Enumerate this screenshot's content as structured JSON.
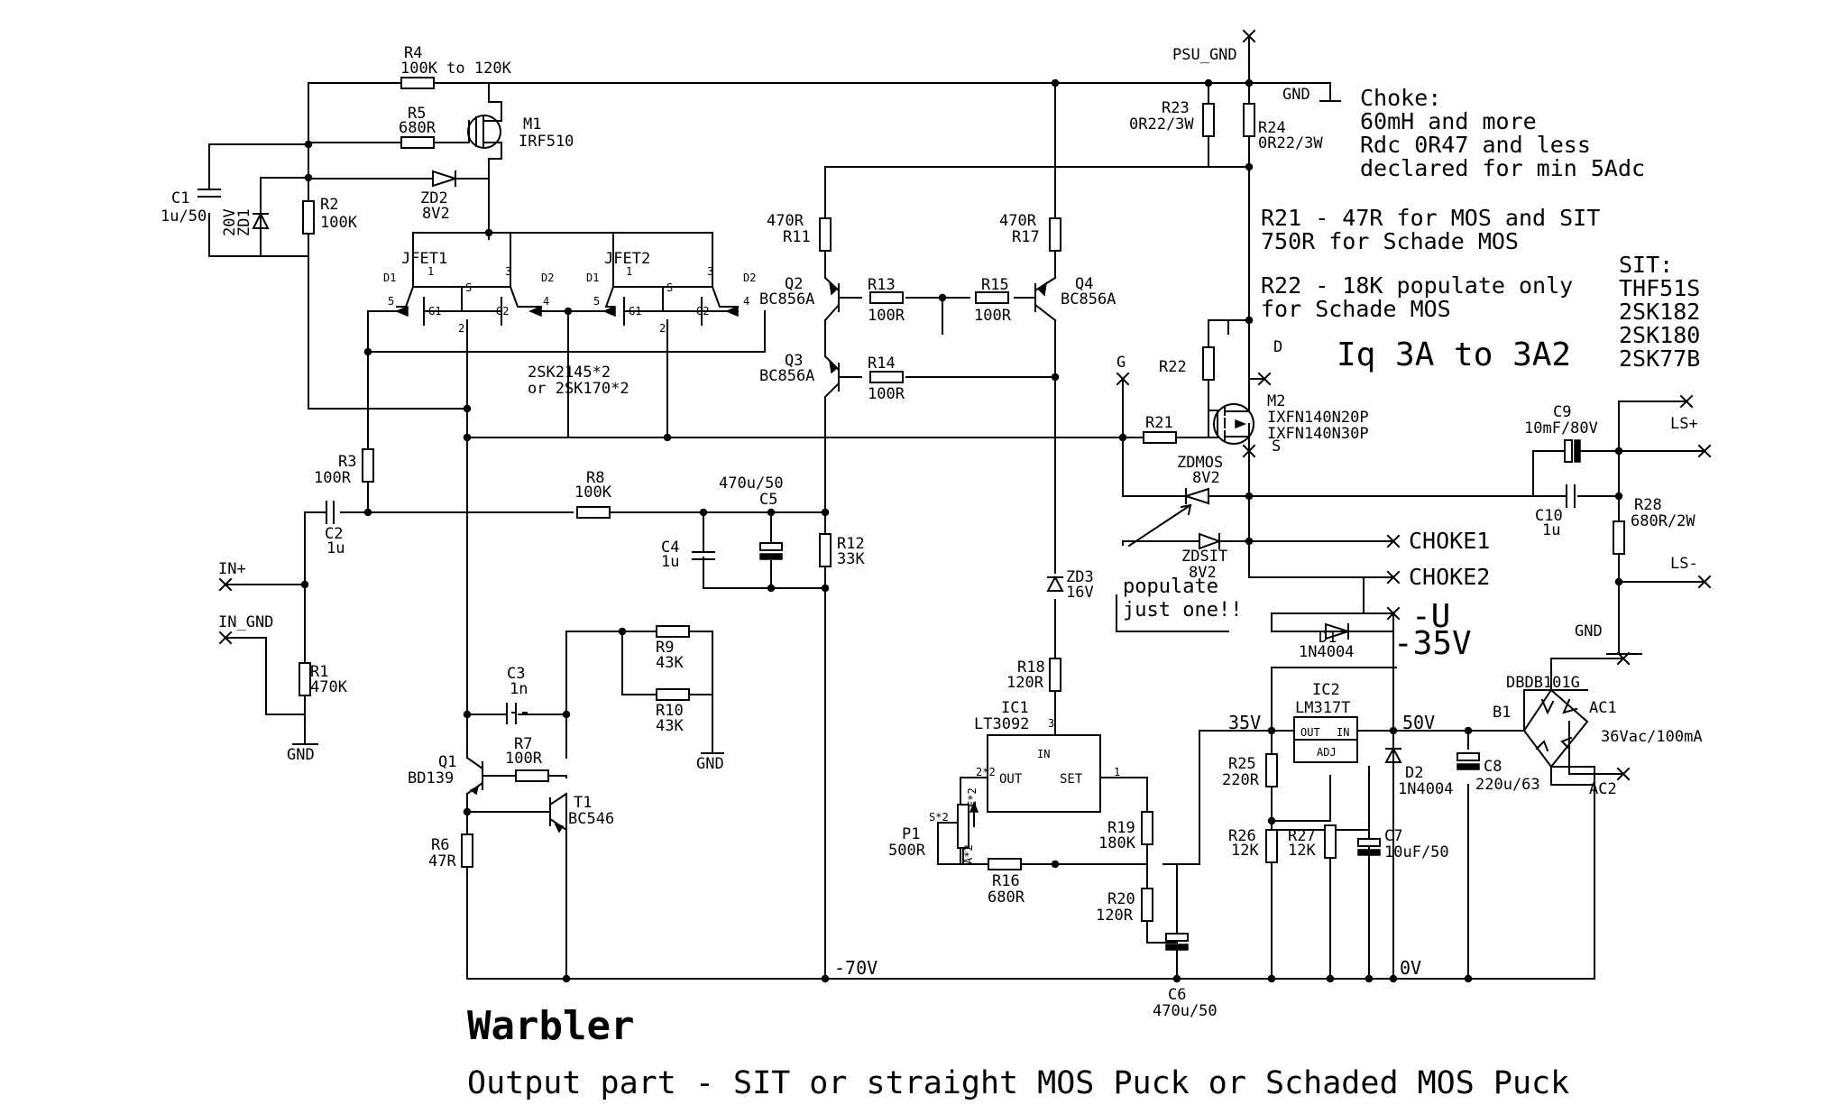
{
  "title": "Warbler",
  "subtitle": "Output part - SIT or straight MOS Puck or Schaded MOS Puck",
  "notes": {
    "choke_1": "Choke:",
    "choke_2": "60mH and more",
    "choke_3": "Rdc 0R47 and less",
    "choke_4": "declared for min 5Adc",
    "r21_1": "R21 - 47R for MOS and SIT",
    "r21_2": "750R for Schade MOS",
    "r22_1": "R22 - 18K populate only",
    "r22_2": "for Schade MOS",
    "iq": "Iq 3A to 3A2",
    "sit_1": "SIT:",
    "sit_2": "THF51S",
    "sit_3": "2SK182",
    "sit_4": "2SK180",
    "sit_5": "2SK77B",
    "populate_1": "populate",
    "populate_2": "just one!!",
    "neg_u": "-U",
    "neg_35v": "-35V",
    "jfet_part": "2SK2145*2",
    "jfet_alt": "or 2SK170*2"
  },
  "nets": {
    "psu_gnd": "PSU_GND",
    "gnd_top": "GND",
    "in_plus": "IN+",
    "in_gnd": "IN_GND",
    "gnd_1": "GND",
    "gnd_2": "GND",
    "gnd_3": "GND",
    "g": "G",
    "d": "D",
    "s": "S",
    "ls_plus": "LS+",
    "ls_minus": "LS-",
    "choke1": "CHOKE1",
    "choke2": "CHOKE2",
    "ac1": "AC1",
    "ac2": "AC2",
    "ac_rating": "36Vac/100mA",
    "v35": "35V",
    "v50": "50V",
    "v0": "0V",
    "vm70": "-70V"
  },
  "components": {
    "r1": {
      "ref": "R1",
      "value": "470K"
    },
    "r2": {
      "ref": "R2",
      "value": "100K"
    },
    "r3": {
      "ref": "R3",
      "value": "100R"
    },
    "r4": {
      "ref": "R4",
      "value": "100K to 120K"
    },
    "r5": {
      "ref": "R5",
      "value": "680R"
    },
    "r6": {
      "ref": "R6",
      "value": "47R"
    },
    "r7": {
      "ref": "R7",
      "value": "100R"
    },
    "r8": {
      "ref": "R8",
      "value": "100K"
    },
    "r9": {
      "ref": "R9",
      "value": "43K"
    },
    "r10": {
      "ref": "R10",
      "value": "43K"
    },
    "r11": {
      "ref": "R11",
      "value": "470R"
    },
    "r12": {
      "ref": "R12",
      "value": "33K"
    },
    "r13": {
      "ref": "R13",
      "value": "100R"
    },
    "r14": {
      "ref": "R14",
      "value": "100R"
    },
    "r15": {
      "ref": "R15",
      "value": "100R"
    },
    "r16": {
      "ref": "R16",
      "value": "680R"
    },
    "r17": {
      "ref": "R17",
      "value": "470R"
    },
    "r18": {
      "ref": "R18",
      "value": "120R"
    },
    "r19": {
      "ref": "R19",
      "value": "180K"
    },
    "r20": {
      "ref": "R20",
      "value": "120R"
    },
    "r21": {
      "ref": "R21",
      "value": ""
    },
    "r22": {
      "ref": "R22",
      "value": ""
    },
    "r23": {
      "ref": "R23",
      "value": "0R22/3W"
    },
    "r24": {
      "ref": "R24",
      "value": "0R22/3W"
    },
    "r25": {
      "ref": "R25",
      "value": "220R"
    },
    "r26": {
      "ref": "R26",
      "value": "12K"
    },
    "r27": {
      "ref": "R27",
      "value": "12K"
    },
    "r28": {
      "ref": "R28",
      "value": "680R/2W"
    },
    "c1": {
      "ref": "C1",
      "value": "1u/50"
    },
    "c2": {
      "ref": "C2",
      "value": "1u"
    },
    "c3": {
      "ref": "C3",
      "value": "1n"
    },
    "c4": {
      "ref": "C4",
      "value": "1u"
    },
    "c5": {
      "ref": "C5",
      "value": "470u/50"
    },
    "c6": {
      "ref": "C6",
      "value": "470u/50"
    },
    "c7": {
      "ref": "C7",
      "value": "10uF/50"
    },
    "c8": {
      "ref": "C8",
      "value": "220u/63"
    },
    "c9": {
      "ref": "C9",
      "value": "10mF/80V"
    },
    "c10": {
      "ref": "C10",
      "value": "1u"
    },
    "zd1": {
      "ref": "ZD1",
      "value": "20V"
    },
    "zd2": {
      "ref": "ZD2",
      "value": "8V2"
    },
    "zd3": {
      "ref": "ZD3",
      "value": "16V"
    },
    "zdmos": {
      "ref": "ZDMOS",
      "value": "8V2"
    },
    "zdsit": {
      "ref": "ZDSIT",
      "value": "8V2"
    },
    "d1": {
      "ref": "D1",
      "value": "1N4004"
    },
    "d2": {
      "ref": "D2",
      "value": "1N4004"
    },
    "m1": {
      "ref": "M1",
      "value": "IRF510"
    },
    "m2": {
      "ref": "M2",
      "value": "IXFN140N20P",
      "alt": "IXFN140N30P"
    },
    "q1": {
      "ref": "Q1",
      "value": "BD139"
    },
    "q2": {
      "ref": "Q2",
      "value": "BC856A"
    },
    "q3": {
      "ref": "Q3",
      "value": "BC856A"
    },
    "q4": {
      "ref": "Q4",
      "value": "BC856A"
    },
    "t1": {
      "ref": "T1",
      "value": "BC546"
    },
    "jfet1": {
      "ref": "JFET1"
    },
    "jfet2": {
      "ref": "JFET2"
    },
    "ic1": {
      "ref": "IC1",
      "value": "LT3092",
      "pin_in": "IN",
      "pin_out": "OUT",
      "pin_set": "SET"
    },
    "ic2": {
      "ref": "IC2",
      "value": "LM317T",
      "pin_out": "OUT",
      "pin_in": "IN",
      "pin_adj": "ADJ"
    },
    "p1": {
      "ref": "P1",
      "value": "500R"
    },
    "b1": {
      "ref": "B1",
      "value": "DBDB101G"
    }
  },
  "pins": {
    "jfet": {
      "d1": "D1",
      "d2": "D2",
      "g1": "G1",
      "g2": "G2",
      "s": "S",
      "p1": "1",
      "p2": "2",
      "p3": "3",
      "p4": "4",
      "p5": "5"
    },
    "ic1": {
      "p1": "1",
      "p2": "2*2",
      "p3": "3"
    },
    "p1": {
      "e": "E*2",
      "s": "S*2",
      "a": "A*2"
    }
  }
}
